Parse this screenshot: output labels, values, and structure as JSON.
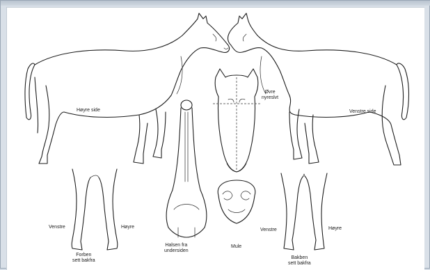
{
  "labels": {
    "right_side": "Høyre side",
    "left_side": "Venstre side",
    "upper_eyelid": "Øvre\nnyreslvt",
    "front_left": "Venstre",
    "front_right": "Høyre",
    "front_legs": "Forben\nsett bakfra",
    "neck_underside": "Halsen fra\nundersiden",
    "muzzle": "Mule",
    "hind_left": "Venstre",
    "hind_right": "Høyre",
    "hind_legs": "Bakben\nsett bakfra"
  }
}
